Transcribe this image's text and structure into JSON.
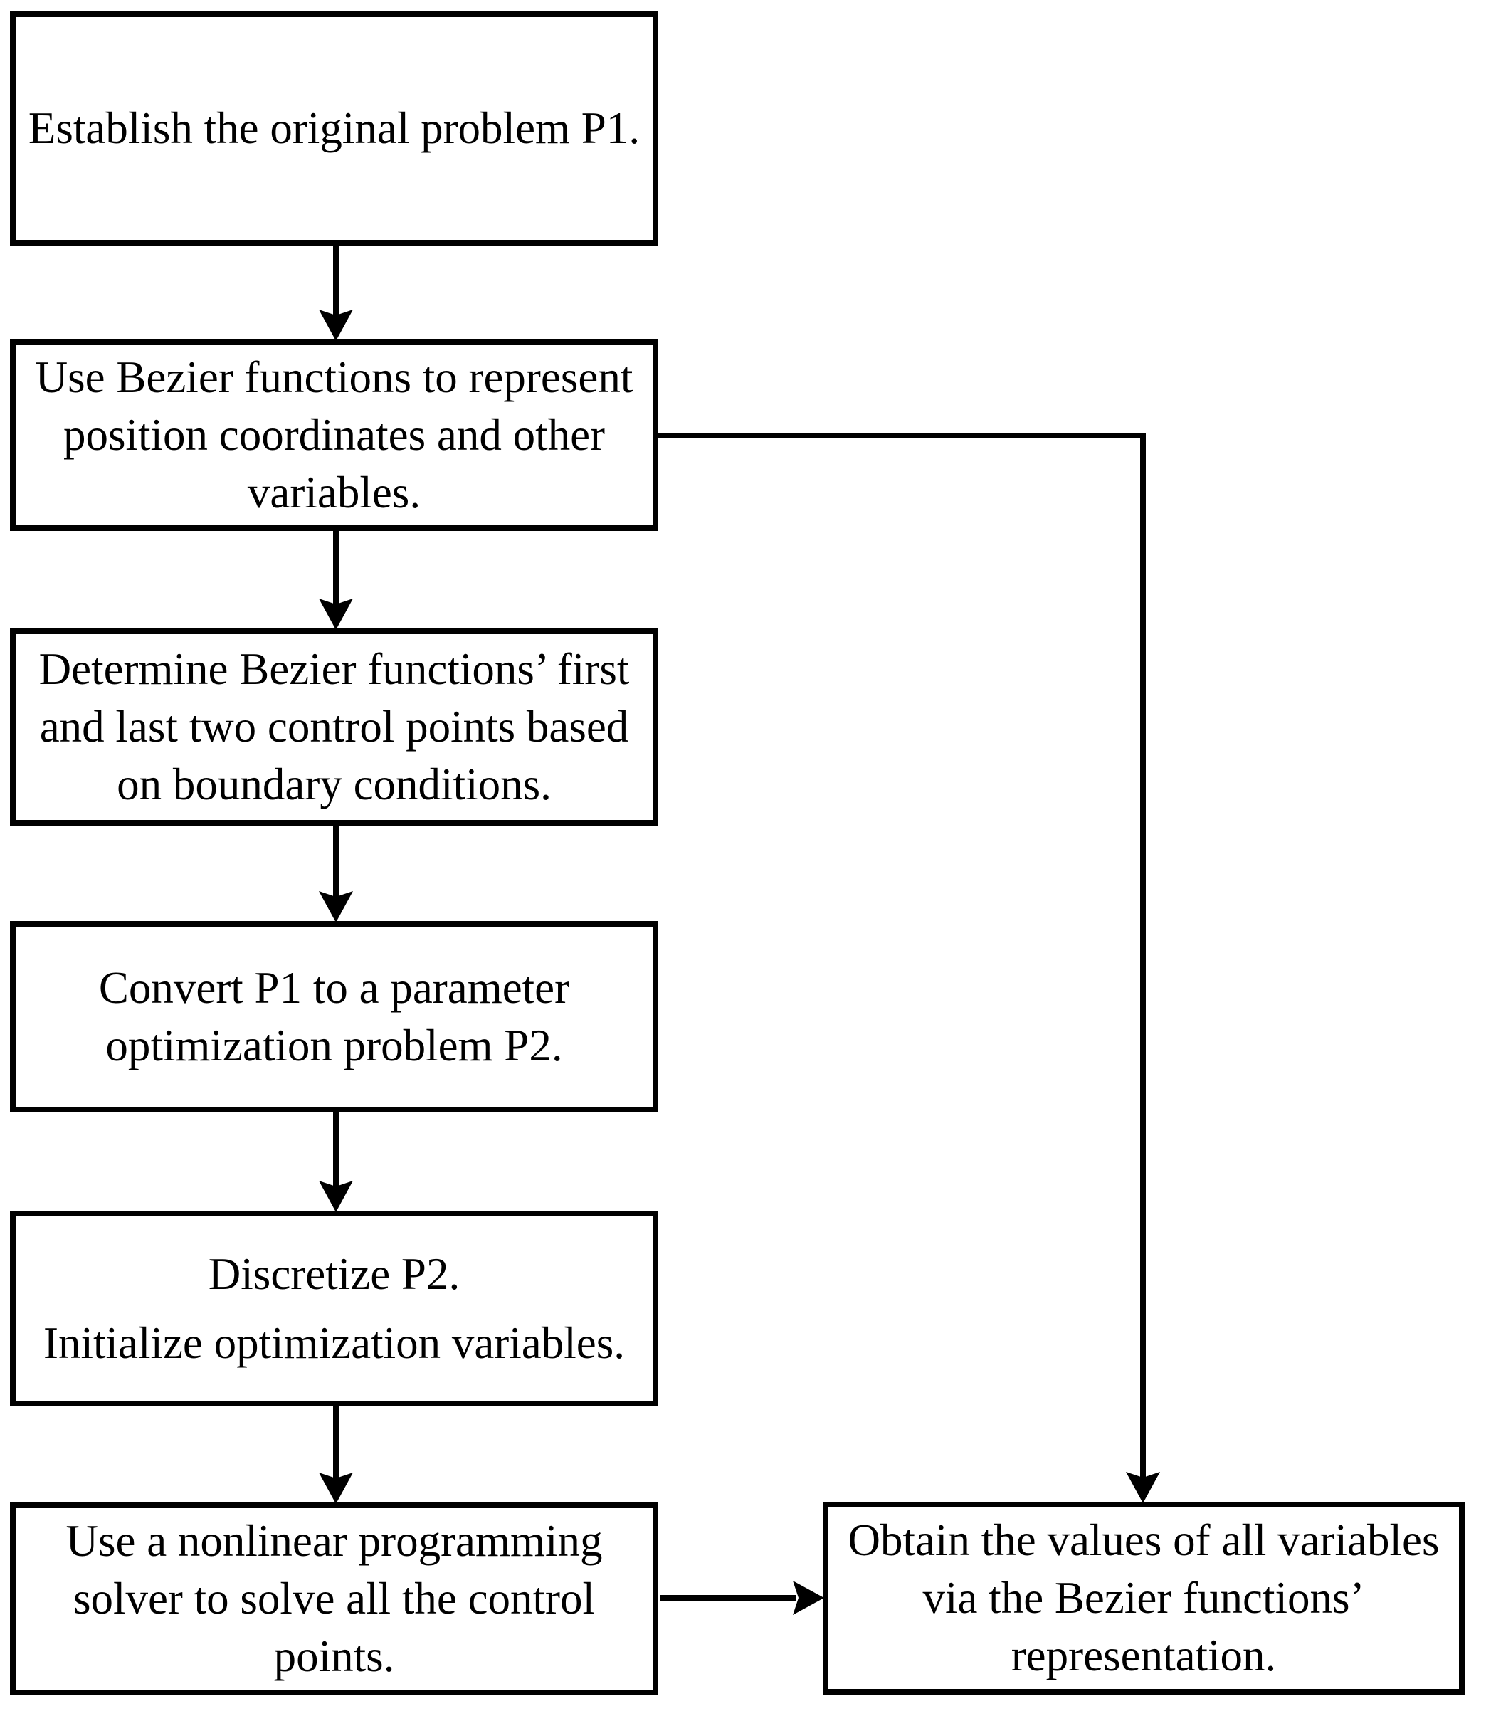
{
  "colors": {
    "background": "#ffffff",
    "stroke": "#000000",
    "text": "#000000"
  },
  "flowchart": {
    "steps": [
      {
        "id": "step-establish-p1",
        "lines": [
          "Establish the original problem P1."
        ]
      },
      {
        "id": "step-bezier-representation",
        "lines": [
          "Use Bezier functions to represent",
          "position coordinates and other",
          "variables."
        ]
      },
      {
        "id": "step-boundary-control-points",
        "lines": [
          "Determine Bezier functions’ first",
          "and last two control points based",
          "on boundary conditions."
        ]
      },
      {
        "id": "step-convert-p1-to-p2",
        "lines": [
          "Convert P1 to a parameter",
          "optimization problem P2."
        ]
      },
      {
        "id": "step-discretize-initialize",
        "lines": [
          "Discretize P2.",
          "Initialize optimization variables."
        ]
      },
      {
        "id": "step-nlp-solver",
        "lines": [
          "Use a nonlinear programming",
          "solver to solve all the control",
          "points."
        ]
      },
      {
        "id": "step-obtain-values",
        "lines": [
          "Obtain the values of all variables",
          "via the Bezier functions’",
          "representation."
        ]
      }
    ],
    "edges": [
      {
        "from": "step-establish-p1",
        "to": "step-bezier-representation",
        "type": "arrow"
      },
      {
        "from": "step-bezier-representation",
        "to": "step-boundary-control-points",
        "type": "arrow"
      },
      {
        "from": "step-boundary-control-points",
        "to": "step-convert-p1-to-p2",
        "type": "arrow"
      },
      {
        "from": "step-convert-p1-to-p2",
        "to": "step-discretize-initialize",
        "type": "arrow"
      },
      {
        "from": "step-discretize-initialize",
        "to": "step-nlp-solver",
        "type": "arrow"
      },
      {
        "from": "step-nlp-solver",
        "to": "step-obtain-values",
        "type": "arrow"
      },
      {
        "from": "step-bezier-representation",
        "to": "step-obtain-values",
        "type": "arrow"
      }
    ]
  }
}
